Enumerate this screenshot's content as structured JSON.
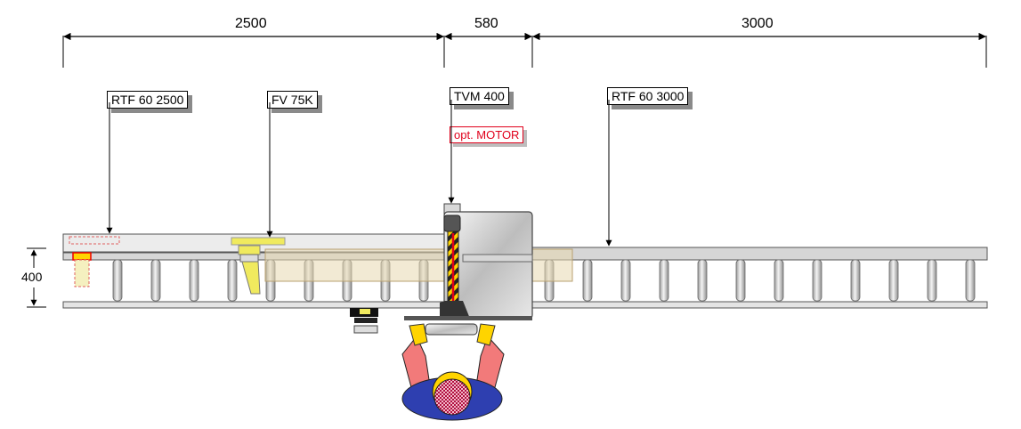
{
  "dimensions": {
    "left_length": "2500",
    "middle_length": "580",
    "right_length": "3000",
    "height": "400"
  },
  "callouts": {
    "rtf_left": "RTF 60 2500",
    "fv": "FV 75K",
    "tvm": "TVM 400",
    "motor": "opt. MOTOR",
    "rtf_right": "RTF 60 3000"
  },
  "colors": {
    "roller_frame": "#d6d6d6",
    "yellow_part": "#f0ea5e",
    "motor_red": "#e0001b",
    "operator_arm": "#f27a7a",
    "operator_body": "#2e3fb0",
    "helmet": "#ffd400"
  }
}
